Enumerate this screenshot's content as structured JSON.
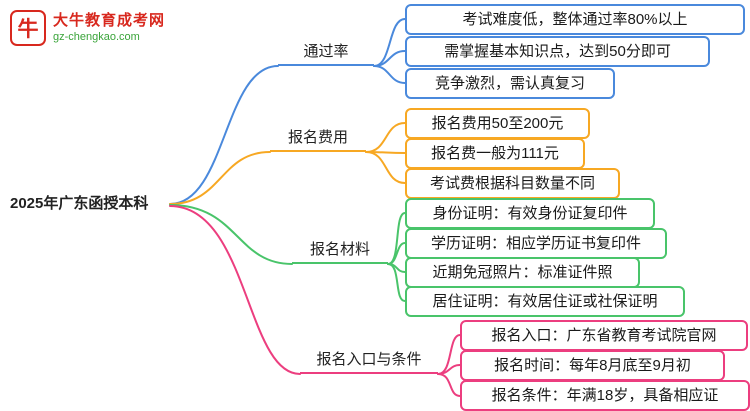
{
  "logo": {
    "icon_glyph": "牛",
    "brand": "大牛教育成考网",
    "domain": "gz-chengkao.com",
    "brand_color": "#d8281e",
    "domain_color": "#3aa43a"
  },
  "root": {
    "label": "2025年广东函授本科"
  },
  "branches": [
    {
      "label": "通过率",
      "color": "#4a89dc",
      "children": [
        {
          "text": "考试难度低，整体通过率80%以上"
        },
        {
          "text": "需掌握基本知识点，达到50分即可"
        },
        {
          "text": "竞争激烈，需认真复习"
        }
      ]
    },
    {
      "label": "报名费用",
      "color": "#f7a823",
      "children": [
        {
          "text": "报名费用50至200元"
        },
        {
          "text": "报名费一般为111元"
        },
        {
          "text": "考试费根据科目数量不同"
        }
      ]
    },
    {
      "label": "报名材料",
      "color": "#49c46a",
      "children": [
        {
          "text": "身份证明：有效身份证复印件"
        },
        {
          "text": "学历证明：相应学历证书复印件"
        },
        {
          "text": "近期免冠照片：标准证件照"
        },
        {
          "text": "居住证明：有效居住证或社保证明"
        }
      ]
    },
    {
      "label": "报名入口与条件",
      "color": "#ec3e7f",
      "children": [
        {
          "text": "报名入口：广东省教育考试院官网"
        },
        {
          "text": "报名时间：每年8月底至9月初"
        },
        {
          "text": "报名条件：年满18岁，具备相应证"
        }
      ]
    }
  ]
}
